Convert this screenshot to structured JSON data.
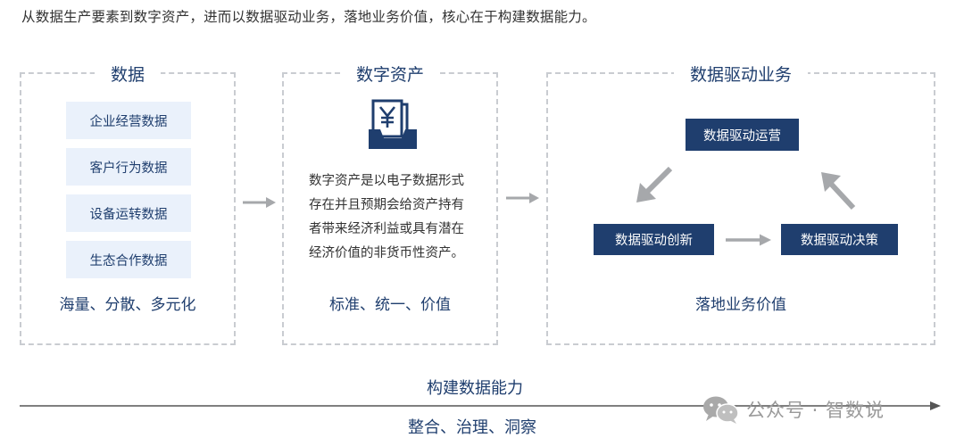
{
  "intro": "从数据生产要素到数字资产，进而以数据驱动业务，落地业务价值，核心在于构建数据能力。",
  "panels": {
    "data": {
      "title": "数据",
      "items": [
        "企业经营数据",
        "客户行为数据",
        "设备运转数据",
        "生态合作数据"
      ],
      "caption": "海量、分散、多元化"
    },
    "asset": {
      "title": "数字资产",
      "icon": "yuan-document-tray-icon",
      "description": "数字资产是以电子数据形式存在并且预期会给资产持有者带来经济利益或具有潜在经济价值的非货币性资产。",
      "caption": "标准、统一、价值"
    },
    "business": {
      "title": "数据驱动业务",
      "boxes": {
        "operations": "数据驱动运营",
        "innovation": "数据驱动创新",
        "decision": "数据驱动决策"
      },
      "caption": "落地业务价值"
    }
  },
  "bottom": {
    "title": "构建数据能力",
    "subtitle": "整合、治理、洞察"
  },
  "watermark": "公众号 · 智数说",
  "colors": {
    "navy": "#1f3e6e",
    "light_blue": "#eaf1fb",
    "gray_arrow": "#a6a8ab",
    "dashed_border": "#c9ccd1"
  }
}
